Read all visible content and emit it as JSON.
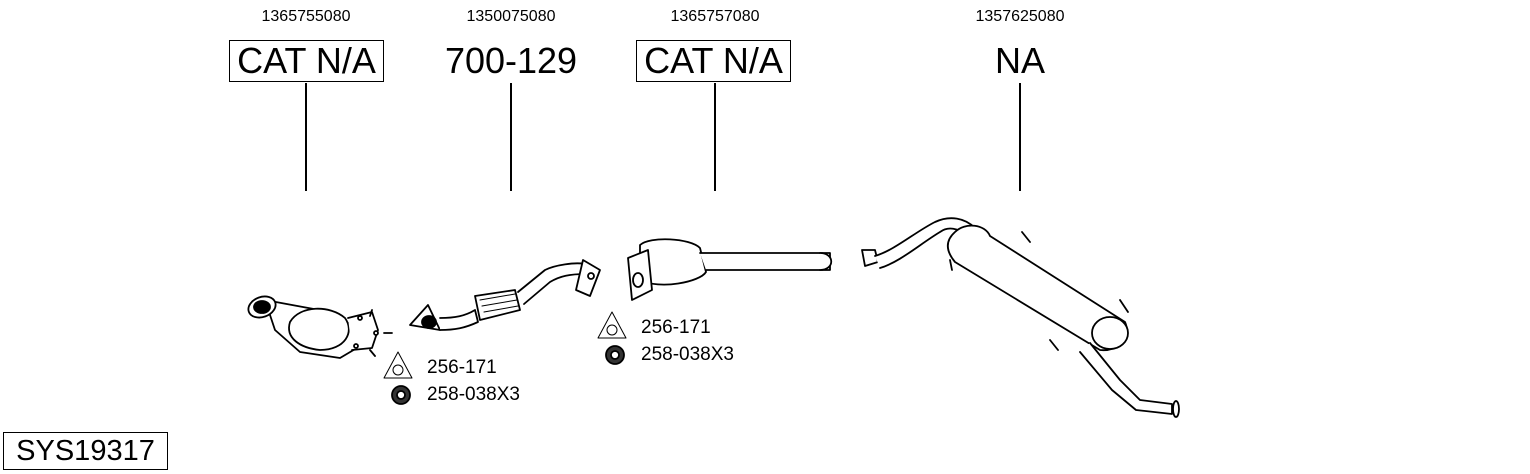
{
  "parts": [
    {
      "part_number": "1365755080",
      "label": "CAT N/A",
      "boxed": true
    },
    {
      "part_number": "1350075080",
      "label": "700-129",
      "boxed": false
    },
    {
      "part_number": "1365757080",
      "label": "CAT N/A",
      "boxed": true
    },
    {
      "part_number": "1357625080",
      "label": "NA",
      "boxed": false
    }
  ],
  "accessories": [
    {
      "gasket": "256-171",
      "nut": "258-038X3"
    },
    {
      "gasket": "256-171",
      "nut": "258-038X3"
    }
  ],
  "system_id": "SYS19317"
}
